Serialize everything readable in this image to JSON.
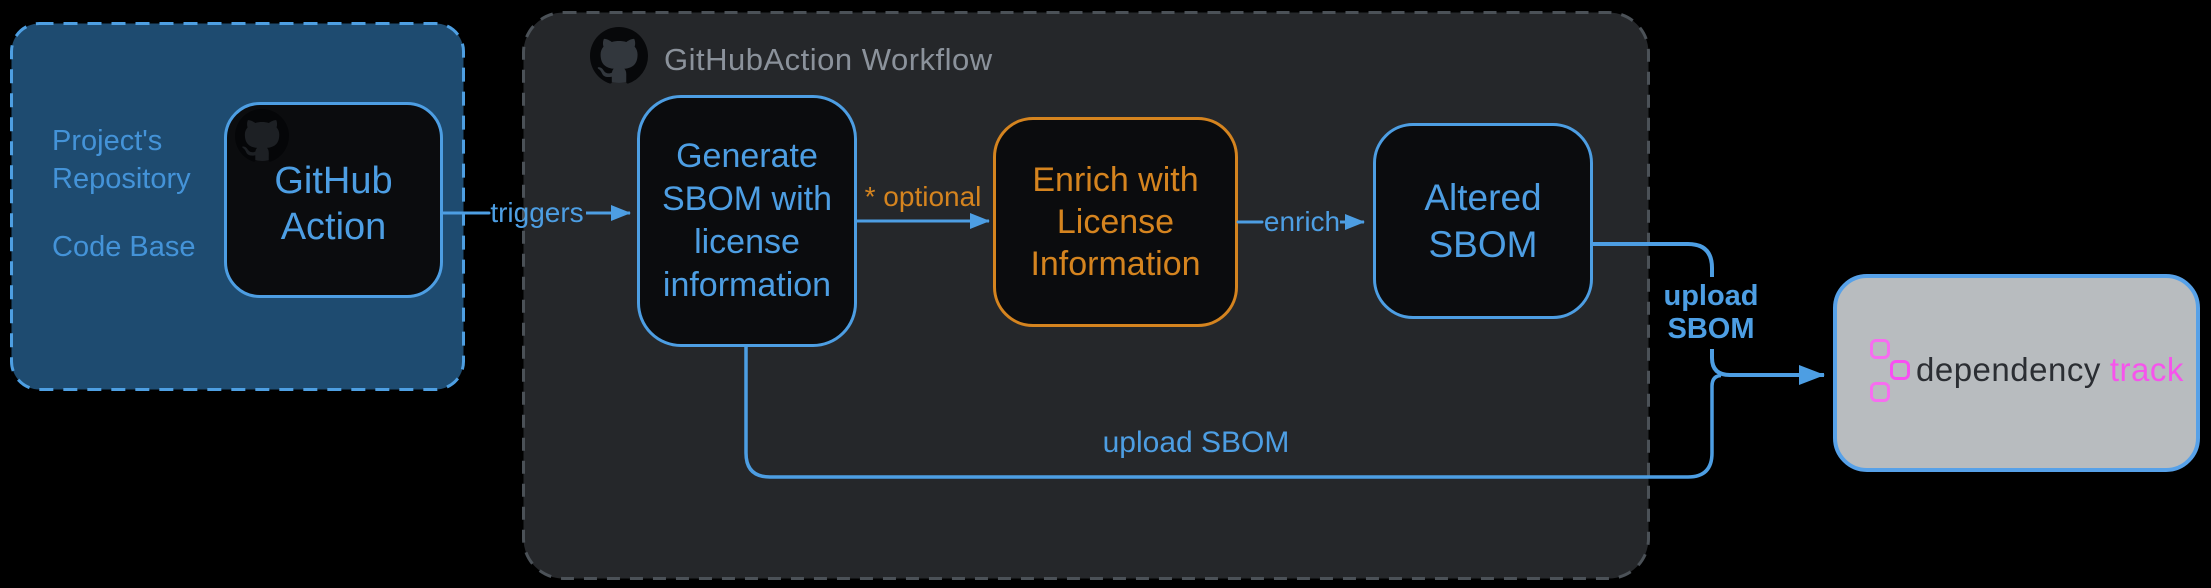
{
  "colors": {
    "accent_blue": "#4d9ee3",
    "accent_orange": "#d5841f",
    "accent_pink": "#f654ec",
    "repo_fill": "#1e4b70",
    "workflow_fill": "#25272a",
    "node_fill": "#0b0c0e",
    "deptrack_fill": "#b8bcbf",
    "title_gray": "#8b929b"
  },
  "project": {
    "repository_label": "Project's\nRepository",
    "codebase_label": "Code Base",
    "action": {
      "label": "GitHub\nAction"
    }
  },
  "workflow": {
    "title": "GitHubAction Workflow",
    "nodes": {
      "generate": {
        "label": "Generate\nSBOM with\nlicense\ninformation"
      },
      "enrich": {
        "label": "Enrich with\nLicense\nInformation"
      },
      "altered": {
        "label": "Altered\nSBOM"
      }
    }
  },
  "edges": {
    "triggers": {
      "label": "triggers"
    },
    "optional": {
      "label": "* optional"
    },
    "enrich": {
      "label": "enrich"
    },
    "upload_side": {
      "label": "upload\nSBOM"
    },
    "upload_bottom": {
      "label": "upload SBOM"
    }
  },
  "dependency_track": {
    "name": "dependency",
    "name_accent": "track"
  }
}
